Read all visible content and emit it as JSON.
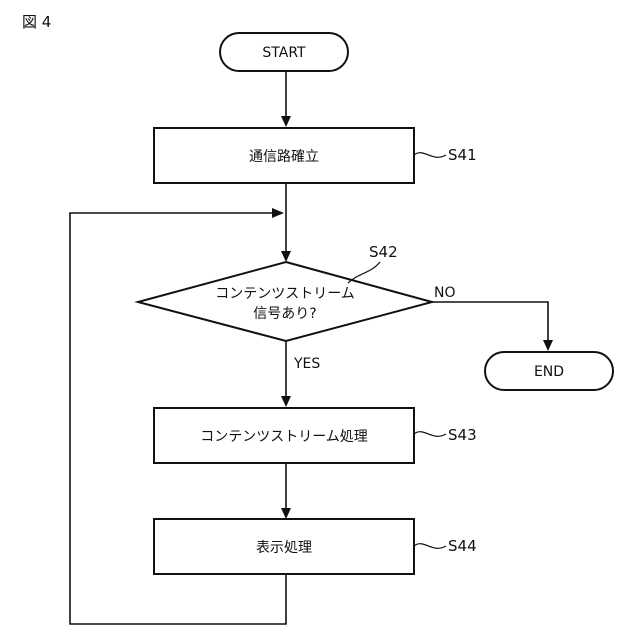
{
  "figure_label": "図 4",
  "nodes": {
    "start": "START",
    "s41_box": "通信路確立",
    "decision_line1": "コンテンツストリーム",
    "decision_line2": "信号あり?",
    "s43_box": "コンテンツストリーム処理",
    "s44_box": "表示処理",
    "end": "END"
  },
  "step_labels": {
    "s41": "S41",
    "s42": "S42",
    "s43": "S43",
    "s44": "S44"
  },
  "branches": {
    "yes": "YES",
    "no": "NO"
  }
}
